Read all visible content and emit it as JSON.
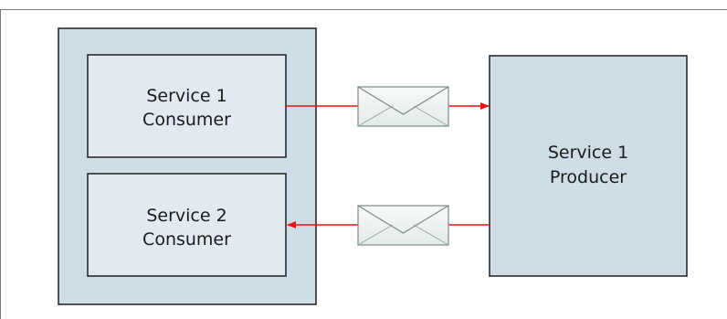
{
  "boxes": {
    "consumer1": {
      "line1": "Service 1",
      "line2": "Consumer"
    },
    "consumer2": {
      "line1": "Service 2",
      "line2": "Consumer"
    },
    "producer1": {
      "line1": "Service 1",
      "line2": "Producer"
    }
  },
  "colors": {
    "outer_fill": "#cfdde7",
    "inner_fill": "#e1eaf1",
    "stroke": "#1f1f1f",
    "arrow": "#ee1111",
    "envelope_fill": "#eef3f2",
    "envelope_stroke": "#7c8a8a"
  },
  "icons": {
    "envelope_top": "envelope-icon",
    "envelope_bottom": "envelope-icon"
  }
}
